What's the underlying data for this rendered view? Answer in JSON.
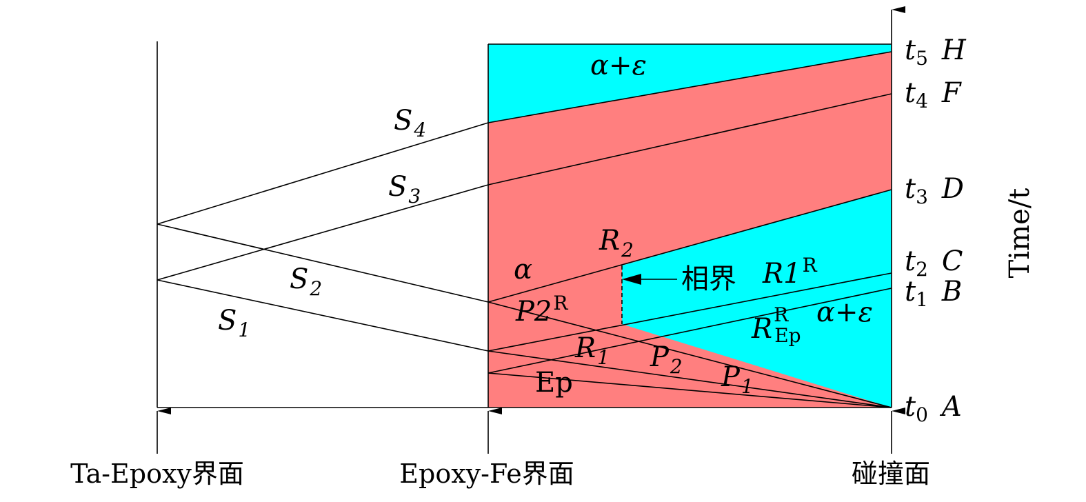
{
  "diagram": {
    "colors": {
      "red_region": "#ff7f7f",
      "cyan_region": "#00ffff",
      "line": "#000000"
    },
    "interfaces": {
      "left": "Ta-Epoxy界面",
      "middle": "Epoxy-Fe界面",
      "right": "碰撞面"
    },
    "axis_label": "Time/t",
    "time_marks": [
      {
        "t": "t",
        "sub": "5",
        "point": "H"
      },
      {
        "t": "t",
        "sub": "4",
        "point": "F"
      },
      {
        "t": "t",
        "sub": "3",
        "point": "D"
      },
      {
        "t": "t",
        "sub": "2",
        "point": "C"
      },
      {
        "t": "t",
        "sub": "1",
        "point": "B"
      },
      {
        "t": "t",
        "sub": "0",
        "point": "A"
      }
    ],
    "waves": {
      "S1": {
        "main": "S",
        "sub": "1"
      },
      "S2": {
        "main": "S",
        "sub": "2"
      },
      "S3": {
        "main": "S",
        "sub": "3"
      },
      "S4": {
        "main": "S",
        "sub": "4"
      },
      "R1": {
        "main": "R",
        "sub": "1"
      },
      "R2": {
        "main": "R",
        "sub": "2"
      },
      "P1": {
        "main": "P",
        "sub": "1"
      },
      "P2": {
        "main": "P",
        "sub": "2"
      },
      "P2R": {
        "main": "P2",
        "sup": "R"
      },
      "R1R": {
        "main": "R1",
        "sup": "R"
      },
      "REpR": {
        "main": "R",
        "sub": "Ep",
        "sup": "R"
      },
      "Ep": "Ep"
    },
    "phases": {
      "alpha": "α",
      "alpha_eps_top": "α+ε",
      "alpha_eps_right": "α+ε"
    },
    "phase_boundary_label": "相界"
  }
}
